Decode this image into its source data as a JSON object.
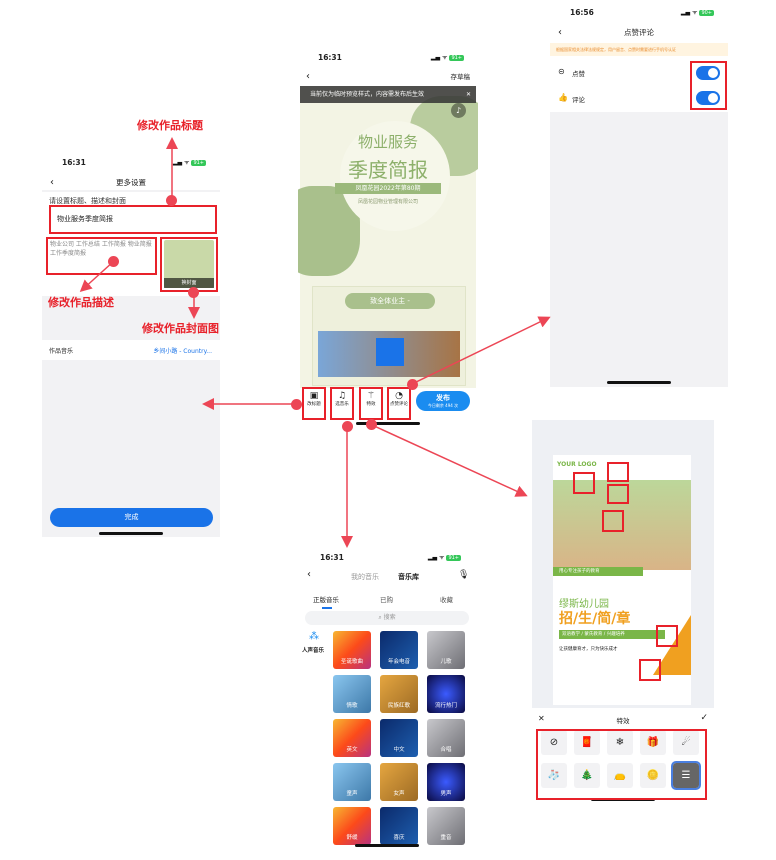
{
  "annotations": {
    "edit_title": "修改作品标题",
    "edit_desc": "修改作品描述",
    "edit_cover": "修改作品封面图"
  },
  "settings_screen": {
    "time": "16:31",
    "battery": "91+",
    "title": "更多设置",
    "prompt": "请设置标题、描述和封面",
    "title_value": "物业服务季度简报",
    "desc_value": "物业公司 工作总结 工作简报 物业简报 工作季度简报",
    "cover_button": "换封面",
    "music_label": "作品音乐",
    "music_value": "乡间小路 - Country...",
    "done": "完成"
  },
  "preview_screen": {
    "time": "16:31",
    "battery": "91+",
    "save_draft": "存草稿",
    "banner": "当前仅为临时预览样式，内容需发布后生效",
    "poster_line1": "物业服务",
    "poster_line2": "季度简报",
    "poster_sub": "凤凰花园2022年第80期",
    "poster_company": "凤凰花园物业管理有限公司",
    "poster_greeting": "致全体业主 -",
    "tools": [
      {
        "label": "改标题",
        "icon": "image-icon"
      },
      {
        "label": "选音乐",
        "icon": "music-icon"
      },
      {
        "label": "特效",
        "icon": "magic-wand-icon"
      },
      {
        "label": "点赞评论",
        "icon": "comment-icon"
      }
    ],
    "publish": "发布",
    "publish_sub": "今日剩余 494 次"
  },
  "likes_screen": {
    "time": "16:56",
    "battery": "90+",
    "title": "点赞评论",
    "notice": "根据国家相关法律法规规定，用户留言、点赞时需要进行手机号认证",
    "rows": [
      {
        "label": "点赞",
        "icon": "chat-icon",
        "on": true
      },
      {
        "label": "评论",
        "icon": "thumbs-up-icon",
        "on": true
      }
    ]
  },
  "music_screen": {
    "time": "16:31",
    "battery": "91+",
    "tab_mine": "我的音乐",
    "tab_library": "音乐库",
    "subtabs": [
      "正版音乐",
      "已购",
      "收藏"
    ],
    "search_placeholder": "搜索",
    "side_label": "人声音乐",
    "tiles": [
      "圣诞歌曲",
      "年会电音",
      "儿歌",
      "情歌",
      "民族红歌",
      "流行热门",
      "英文",
      "中文",
      "合唱",
      "童声",
      "女声",
      "男声",
      "舒缓",
      "喜庆",
      "重音"
    ]
  },
  "effects_screen": {
    "logo": "YOUR LOGO",
    "photo_caption": "用心专注孩子的教育",
    "school": "缪斯幼儿园",
    "headline": "招/生/简/章",
    "tags": "双语教学 / 蒙氏教育 / 兴趣培养",
    "slogan": "让孩健康育才，只为快乐成才",
    "sheet_title": "特效",
    "effects": [
      "none",
      "red-envelope",
      "snowflake",
      "gift",
      "shooting-star",
      "stocking",
      "tree",
      "lucky-bag",
      "gold-ingot",
      "custom"
    ]
  },
  "colors": {
    "accent": "#1a73e8",
    "annotation": "#e8212a",
    "poster_green": "#8db06b"
  }
}
